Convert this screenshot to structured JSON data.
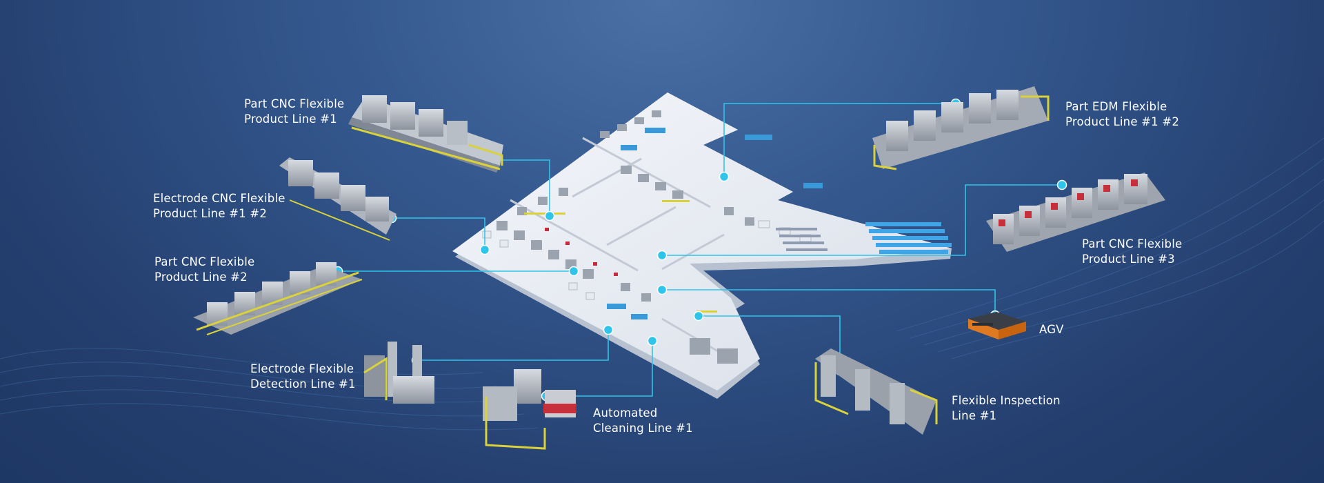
{
  "colors": {
    "background_top": "#4a70a6",
    "background_bottom": "#1e3764",
    "connector": "#2fc4ea",
    "label_text": "#ffffff",
    "machine_accent_yellow": "#d9d23a",
    "agv_orange": "#e07a22"
  },
  "stations": [
    {
      "id": "part-cnc-1",
      "line1": "Part CNC Flexible",
      "line2": "Product Line #1"
    },
    {
      "id": "electrode-cnc-1-2",
      "line1": "Electrode CNC Flexible",
      "line2": "Product Line #1 #2"
    },
    {
      "id": "part-cnc-2",
      "line1": "Part CNC Flexible",
      "line2": "Product Line #2"
    },
    {
      "id": "electrode-detection-1",
      "line1": "Electrode Flexible",
      "line2": "Detection Line #1"
    },
    {
      "id": "cleaning-1",
      "line1": "Automated",
      "line2": "Cleaning Line #1"
    },
    {
      "id": "part-edm-1-2",
      "line1": "Part EDM Flexible",
      "line2": "Product Line #1 #2"
    },
    {
      "id": "part-cnc-3",
      "line1": "Part CNC Flexible",
      "line2": "Product Line #3"
    },
    {
      "id": "agv",
      "line1": "AGV",
      "line2": ""
    },
    {
      "id": "inspection-1",
      "line1": "Flexible Inspection",
      "line2": "Line #1"
    }
  ]
}
